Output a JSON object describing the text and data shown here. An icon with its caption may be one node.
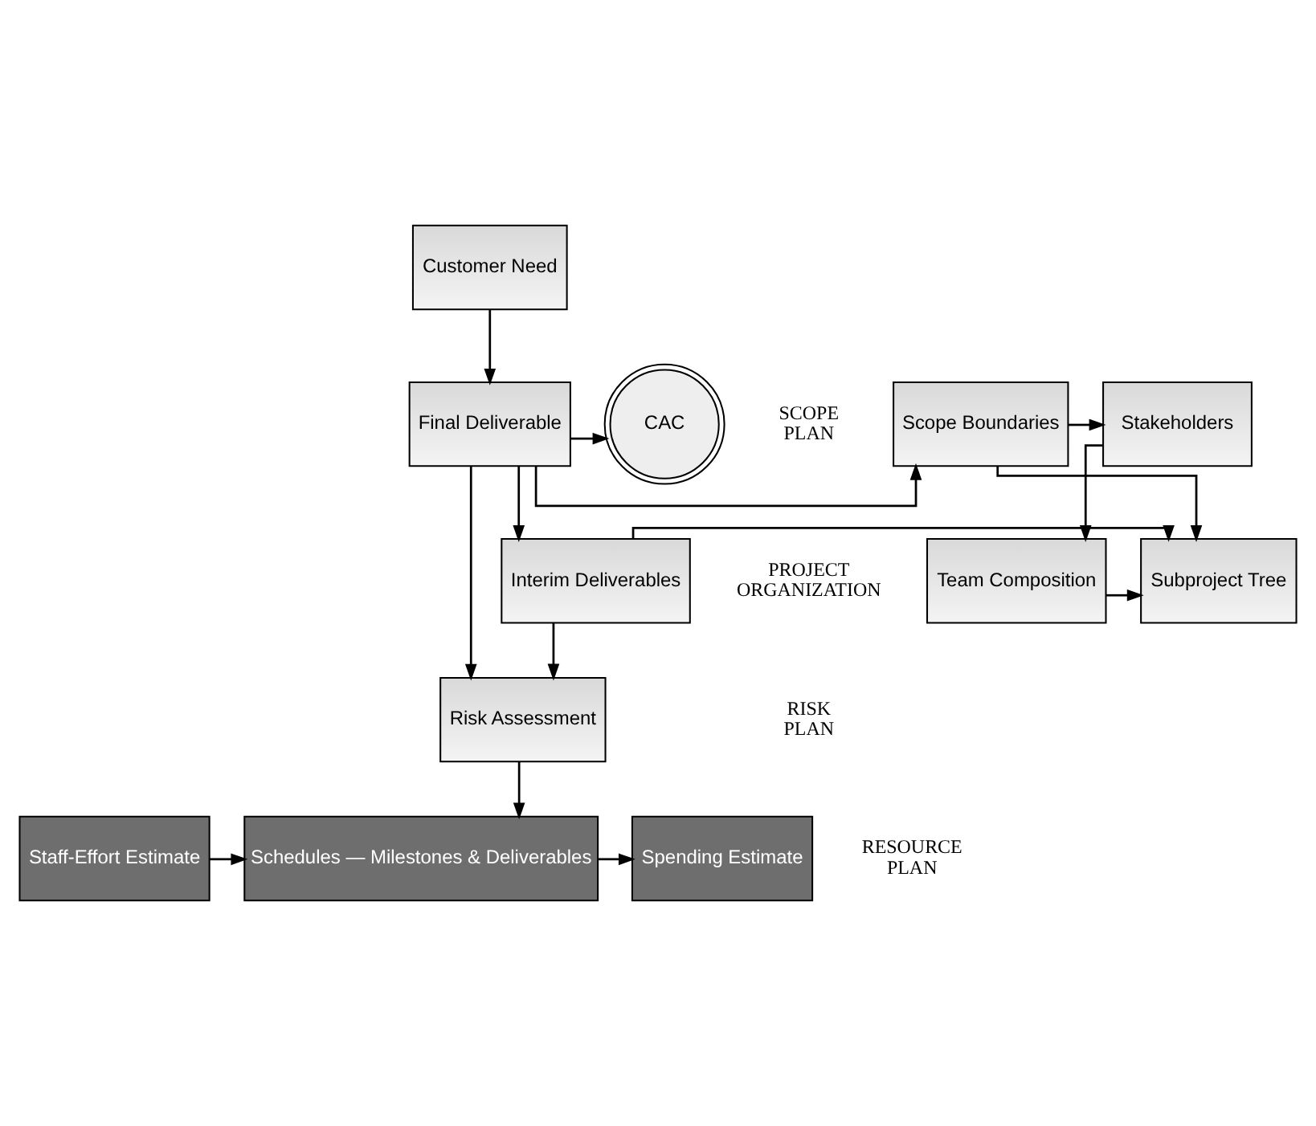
{
  "diagram": {
    "nodes": [
      {
        "text": [
          "Customer Need"
        ]
      },
      {
        "text": [
          "Stakeholders"
        ]
      },
      {
        "text": [
          "Scope Boundaries"
        ]
      },
      {
        "text": [
          "Final Deliverable"
        ]
      },
      {
        "text": [
          "CAC"
        ]
      },
      {
        "text": [
          "Team Composition"
        ]
      },
      {
        "text": [
          "Subproject Tree"
        ]
      },
      {
        "text": [
          "Interim Deliverables"
        ]
      },
      {
        "text": [
          "Risk Assessment"
        ]
      },
      {
        "text": [
          "Staff-Effort Estimate"
        ]
      },
      {
        "text": [
          "Schedules — Milestones & Deliverables"
        ]
      },
      {
        "text": [
          "Spending Estimate"
        ]
      }
    ],
    "edges": [
      {
        "from": 0,
        "to": 3,
        "arrow": "to"
      },
      {
        "from": 3,
        "to": 2,
        "arrow": "to"
      },
      {
        "from": 2,
        "to": 1,
        "arrow": "to"
      },
      {
        "from": 3,
        "to": 4,
        "arrow": "to"
      },
      {
        "from": 3,
        "to": 8,
        "arrow": "to"
      },
      {
        "from": 1,
        "to": 5,
        "arrow": "to"
      },
      {
        "from": 2,
        "to": 6,
        "arrow": "to"
      },
      {
        "from": 3,
        "to": 7,
        "arrow": "to"
      },
      {
        "from": 7,
        "to": 6,
        "arrow": "to"
      },
      {
        "from": 5,
        "to": 6,
        "arrow": "to"
      },
      {
        "from": 7,
        "to": 8,
        "arrow": "to"
      },
      {
        "from": 8,
        "to": 10,
        "arrow": "to"
      },
      {
        "from": 9,
        "to": 10,
        "arrow": "to"
      },
      {
        "from": 10,
        "to": 11,
        "arrow": "to"
      }
    ],
    "labels": [
      "SCOPE PLAN",
      "PROJECT ORGANIZATION",
      "RISK PLAN",
      "RESOURCE PLAN"
    ]
  }
}
